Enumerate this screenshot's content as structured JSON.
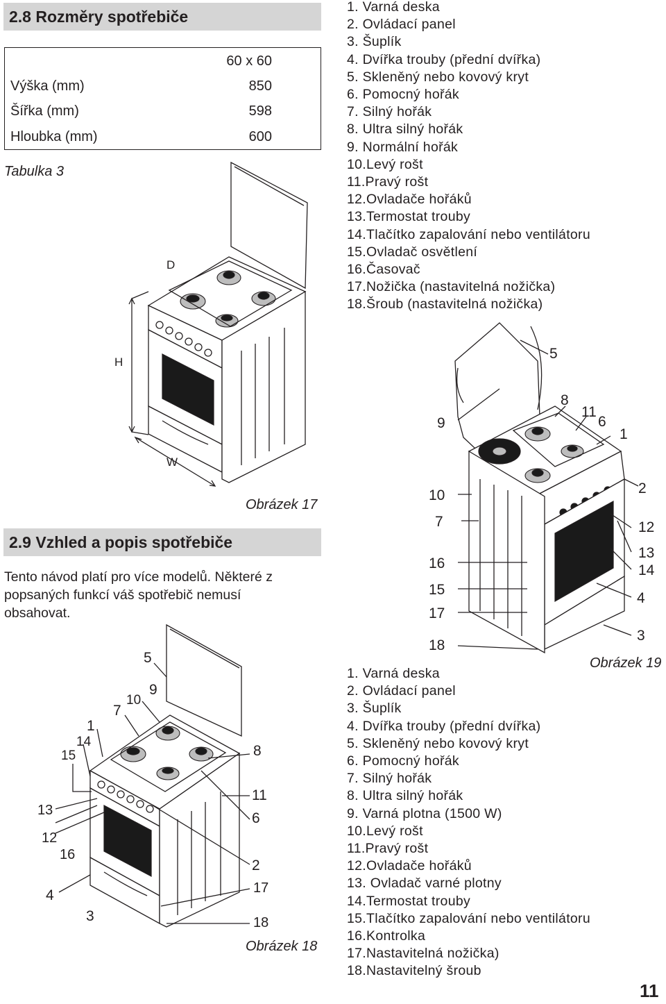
{
  "section_dimensions": {
    "title": "2.8 Rozměry spotřebiče",
    "table": {
      "header_value": "60 x 60",
      "rows": [
        {
          "label": "Výška (mm)",
          "value": "850"
        },
        {
          "label": "Šířka (mm)",
          "value": "598"
        },
        {
          "label": "Hloubka (mm)",
          "value": "600"
        }
      ]
    },
    "table_caption": "Tabulka 3",
    "figure17": {
      "labels": {
        "depth": "D",
        "height": "H",
        "width": "W"
      },
      "caption": "Obrázek 17"
    }
  },
  "list_top": [
    "1. Varná deska",
    "2. Ovládací panel",
    "3. Šuplík",
    "4. Dvířka trouby (přední dvířka)",
    "5. Skleněný nebo kovový kryt",
    "6. Pomocný hořák",
    "7. Silný hořák",
    "8. Ultra silný hořák",
    "9. Normální hořák",
    "10.Levý rošt",
    "11.Pravý rošt",
    "12.Ovladače hořáků",
    "13.Termostat trouby",
    "14.Tlačítko zapalování nebo ventilátoru",
    "15.Ovladač osvětlení",
    "16.Časovač",
    "17.Nožička (nastavitelná nožička)",
    "18.Šroub (nastavitelná nožička)"
  ],
  "section_appearance": {
    "title": "2.9 Vzhled a popis spotřebiče",
    "paragraph": "Tento návod platí pro více modelů. Některé z popsaných funkcí váš spotřebič nemusí obsahovat."
  },
  "figure18": {
    "callouts": [
      "5",
      "9",
      "10",
      "7",
      "1",
      "14",
      "15",
      "8",
      "13",
      "12",
      "16",
      "11",
      "6",
      "2",
      "4",
      "17",
      "3",
      "18"
    ],
    "caption": "Obrázek 18"
  },
  "figure19": {
    "callouts": [
      "5",
      "8",
      "11",
      "6",
      "9",
      "1",
      "10",
      "2",
      "7",
      "12",
      "13",
      "16",
      "14",
      "15",
      "4",
      "17",
      "3",
      "18"
    ],
    "caption": "Obrázek 19"
  },
  "list_bottom": [
    "1. Varná deska",
    "2. Ovládací panel",
    "3. Šuplík",
    "4. Dvířka trouby (přední dvířka)",
    "5. Skleněný nebo kovový kryt",
    "6. Pomocný hořák",
    "7. Silný hořák",
    "8. Ultra silný hořák",
    "9. Varná plotna (1500 W)",
    "10.Levý rošt",
    "11.Pravý rošt",
    "12.Ovladače hořáků",
    "13. Ovladač varné plotny",
    "14.Termostat trouby",
    "15.Tlačítko zapalování nebo ventilátoru",
    "16.Kontrolka",
    "17.Nastavitelná nožička)",
    "18.Nastavitelný šroub"
  ],
  "page_number": "11"
}
